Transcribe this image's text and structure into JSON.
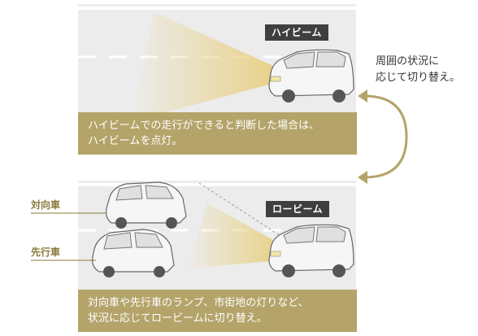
{
  "high_beam": {
    "badge": "ハイビーム",
    "caption_line1": "ハイビームでの走行ができると判断した場合は、",
    "caption_line2": "ハイビームを点灯。"
  },
  "low_beam": {
    "badge": "ロービーム",
    "caption_line1": "対向車や先行車のランプ、市街地の灯りなど、",
    "caption_line2": "状況に応じてロービームに切り替え。"
  },
  "side_note": {
    "line1": "周囲の状況に",
    "line2": "応じて切り替え。"
  },
  "vehicle_labels": {
    "oncoming": "対向車",
    "preceding": "先行車"
  },
  "colors": {
    "road": "#ececec",
    "caption_bg": "#b4a46a",
    "label_text": "#8a7a3a",
    "arrow": "#b4a46a",
    "light_beam": "#e8cf80"
  }
}
